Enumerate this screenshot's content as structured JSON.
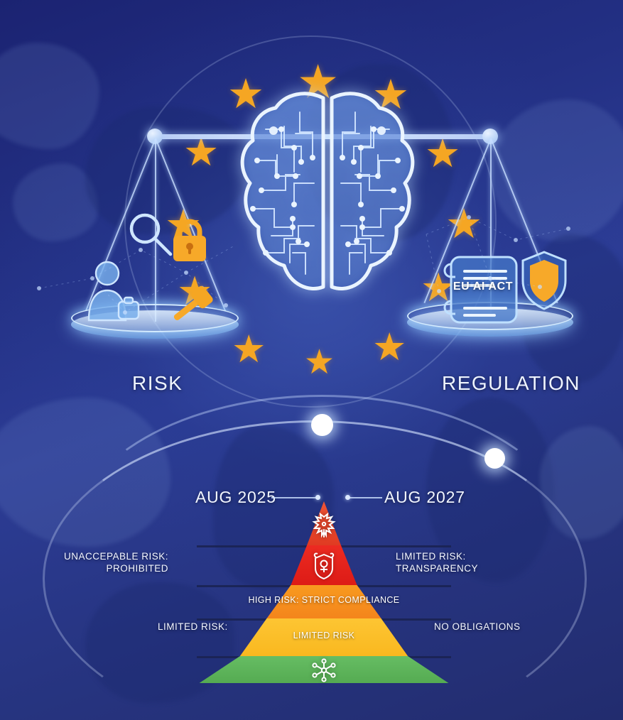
{
  "scene": {
    "title_left": "RISK",
    "title_right": "REGULATION",
    "document_label": "EU AI ACT"
  },
  "colors": {
    "bg_deep": "#1b2372",
    "bg_mid": "#2c3c95",
    "star": "#f5a623",
    "glow": "#bcd8ff",
    "tier_unacceptable": "#e8402a",
    "tier_high_red": "#e8251e",
    "tier_strict": "#f7941e",
    "tier_limited": "#fcc02c",
    "tier_minimal": "#5cb85c",
    "shield_orange": "#f5a623",
    "accent_white": "#ffffff"
  },
  "balance": {
    "left_pan_icons": [
      "person-silhouette-icon",
      "magnifier-icon",
      "padlock-icon",
      "gavel-icon"
    ],
    "right_pan_icons": [
      "scroll-document-icon",
      "shield-icon"
    ]
  },
  "timeline": {
    "dates": [
      {
        "label": "AUG 2025"
      },
      {
        "label": "AUG 2027"
      }
    ],
    "nodes": 2
  },
  "pyramid": {
    "tiers": [
      {
        "id": "unacceptable",
        "label": "",
        "emblem": "eagle-emblem-icon",
        "color": "#e8402a"
      },
      {
        "id": "high-red",
        "label": "",
        "emblem": "shield-crest-icon",
        "color": "#e8251e"
      },
      {
        "id": "strict",
        "label": "HIGH RISK: STRICT COMPLIANCE",
        "emblem": "",
        "color": "#f7941e"
      },
      {
        "id": "limited",
        "label": "LIMITED RISK",
        "emblem": "",
        "color": "#fcc02c"
      },
      {
        "id": "minimal",
        "label": "",
        "emblem": "network-nodes-icon",
        "color": "#5cb85c"
      }
    ],
    "side_labels": {
      "left_top_line1": "UNACCEPABLE RISK:",
      "left_top_line2": "PROHIBITED",
      "right_top_line1": "LIMITED RISK:",
      "right_top_line2": "TRANSPARENCY",
      "left_bottom": "LIMITED RISK:",
      "right_bottom": "NO OBLIGATIONS"
    }
  },
  "stars": {
    "count": 12,
    "glyph": "★"
  }
}
